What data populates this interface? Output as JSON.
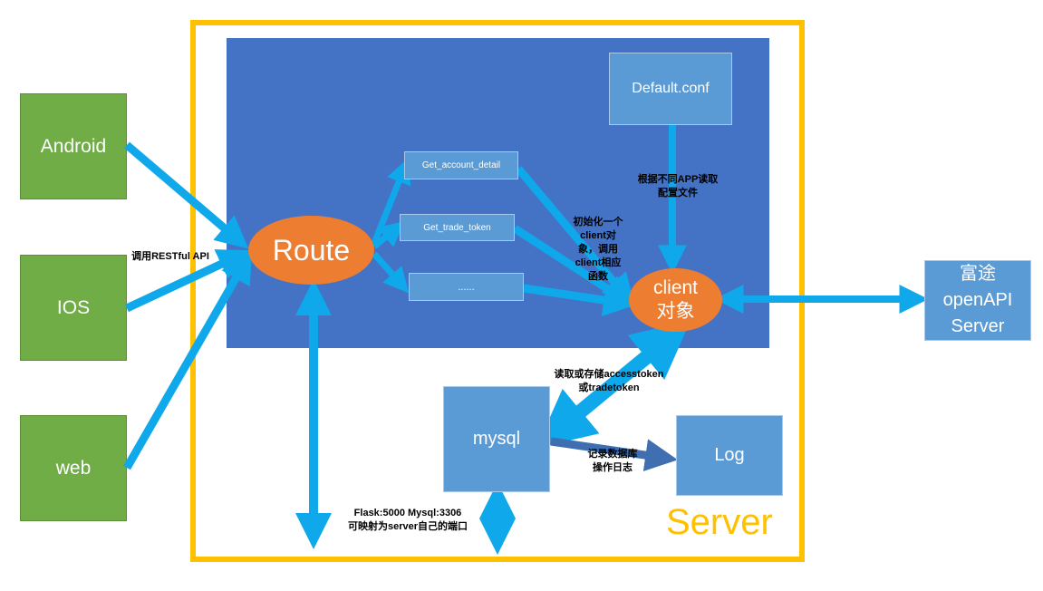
{
  "clients": {
    "android": "Android",
    "ios": "IOS",
    "web": "web"
  },
  "labels": {
    "restful": "调用RESTful API",
    "read_config_1": "根据不同APP读取",
    "read_config_2": "配置文件",
    "init_1": "初始化一个",
    "init_2": "client对",
    "init_3": "象，调用",
    "init_4": "client相应",
    "init_5": "函数",
    "token_1": "读取或存储accesstoken",
    "token_2": "或tradetoken",
    "log_1": "记录数据库",
    "log_2": "操作日志",
    "ports_1": "Flask:5000 Mysql:3306",
    "ports_2": "可映射为server自己的端口"
  },
  "nodes": {
    "route": "Route",
    "get_account_detail": "Get_account_detail",
    "get_trade_token": "Get_trade_token",
    "ellipsis": "......",
    "default_conf": "Default.conf",
    "client_1": "client",
    "client_2": "对象",
    "mysql": "mysql",
    "log": "Log",
    "futu_1": "富途",
    "futu_2": "openAPI",
    "futu_3": "Server",
    "server": "Server"
  },
  "colors": {
    "server_border": "#FFC000",
    "panel": "#4472C4",
    "box": "#5B9BD5",
    "client": "#70AD47",
    "ellipse": "#ED7D31",
    "arrow": "#0FA8EA"
  }
}
